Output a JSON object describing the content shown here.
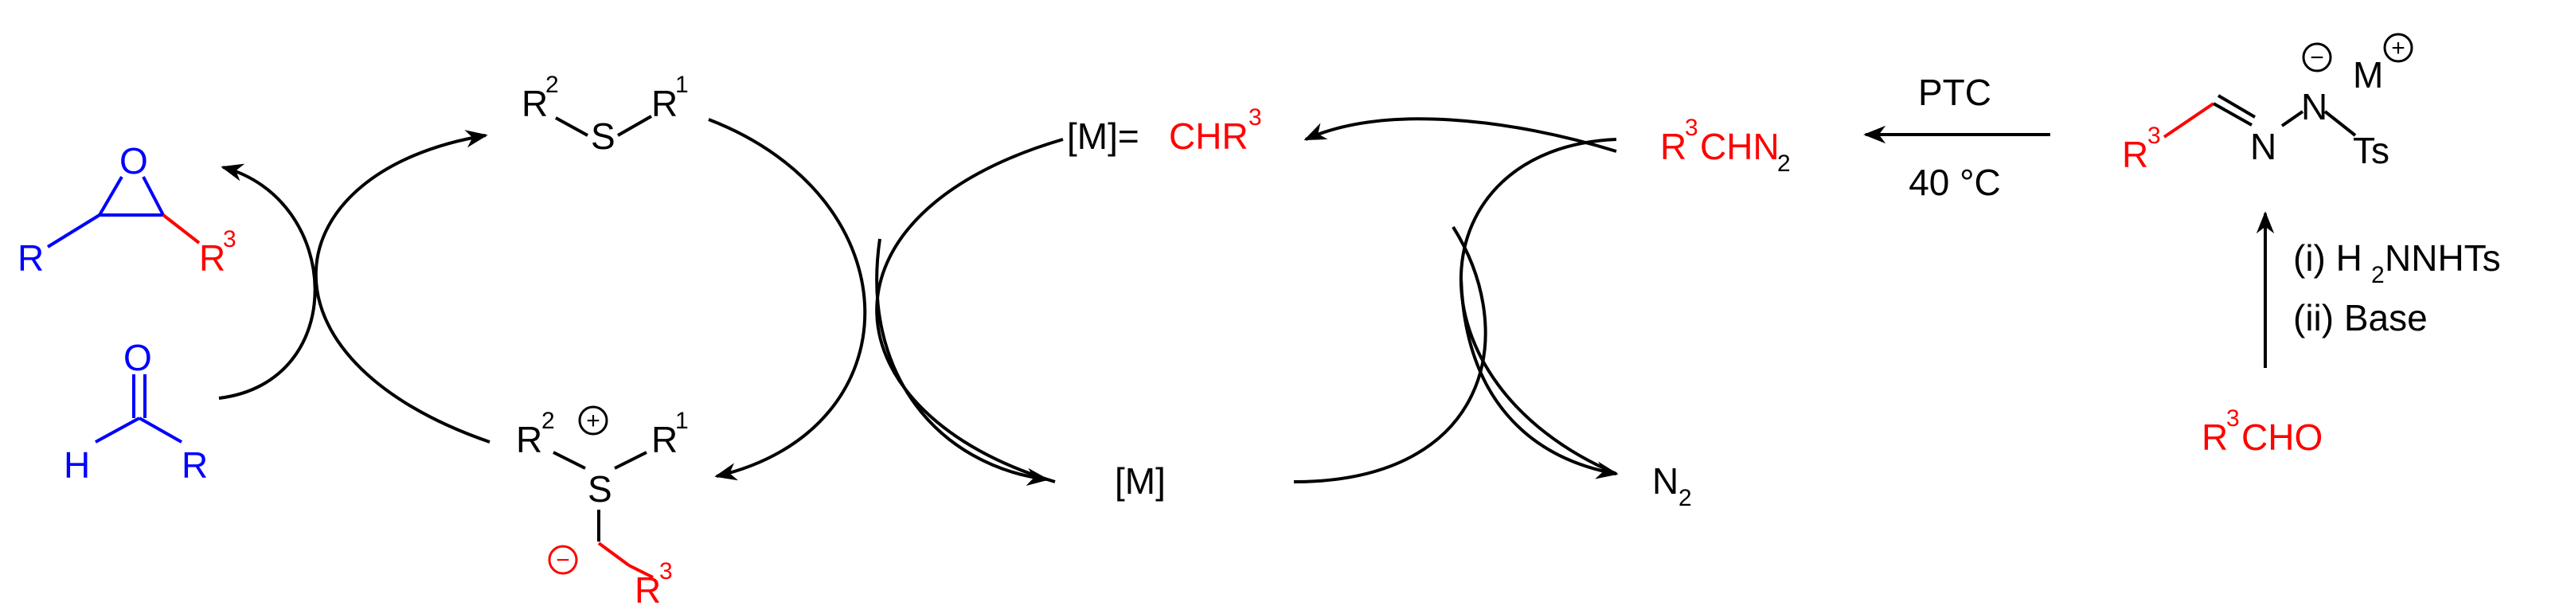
{
  "colors": {
    "black": "#000000",
    "red": "#ff0000",
    "blue": "#0000ff"
  },
  "sulfide": {
    "r2": "R",
    "r2_sup": "2",
    "s": "S",
    "r1": "R",
    "r1_sup": "1"
  },
  "ylide": {
    "r2": "R",
    "r2_sup": "2",
    "plus": "+",
    "r1": "R",
    "r1_sup": "1",
    "s": "S",
    "minus": "−",
    "r3": "R",
    "r3_sup": "3"
  },
  "epoxide": {
    "o": "O",
    "r": "R",
    "r3": "R",
    "r3_sup": "3"
  },
  "aldehyde": {
    "o": "O",
    "h": "H",
    "r": "R"
  },
  "carbene": {
    "metal": "[M]=",
    "chr": "CHR",
    "sup": "3"
  },
  "metal": {
    "label": "[M]"
  },
  "diazo": {
    "r": "R",
    "sup": "3",
    "chn": "CHN",
    "sub": "2"
  },
  "nitrogen": {
    "n": "N",
    "sub": "2"
  },
  "conditions": {
    "top": "PTC",
    "bottom": "40 °C"
  },
  "hydrazone_salt": {
    "r3": "R",
    "r3_sup": "3",
    "n1": "N",
    "n2": "N",
    "minus": "−",
    "m": "M",
    "plus": "+",
    "ts": "Ts"
  },
  "steps": {
    "step1_prefix": "(i) H",
    "step1_sub": "2",
    "step1_suffix": "NNHTs",
    "step2": "(ii) Base"
  },
  "aldehyde_start": {
    "r": "R",
    "sup": "3",
    "cho": "CHO"
  }
}
